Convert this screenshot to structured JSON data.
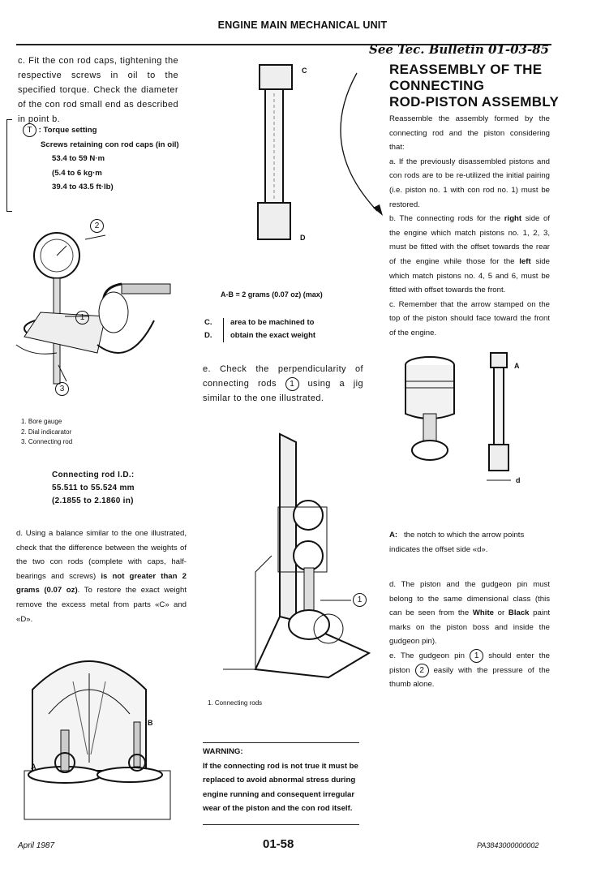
{
  "header": {
    "title": "ENGINE MAIN MECHANICAL UNIT"
  },
  "handwritten_note": "See Tec. Bulletin 01-03-85",
  "left": {
    "step_c": "c. Fit the con rod caps, tightening the respective screws in oil to the specified torque. Check the diameter of the con rod small end as described in point b.",
    "torque": {
      "icon_letter": "T",
      "label": ": Torque setting",
      "item": "Screws retaining con rod caps (in oil)",
      "values": [
        "53.4 to 59 N·m",
        "(5.4 to 6 kg·m",
        "39.4 to 43.5 ft·lb)"
      ]
    },
    "figure1": {
      "callouts": [
        "1",
        "2",
        "3"
      ]
    },
    "legend": [
      "1. Bore gauge",
      "2. Dial indicarator",
      "3. Connecting rod"
    ],
    "spec": [
      "Connecting rod I.D.:",
      "55.511 to 55.524 mm",
      "(2.1855 to 2.1860 in)"
    ],
    "step_d": {
      "text_before": "d. Using a balance similar to the one illustrated, check that the difference between the weights of the two con rods (complete with caps, half-bearings and screws) ",
      "bold1": "is not greater than 2 grams (0.07 oz)",
      "text_after": ". To restore the exact weight remove the excess metal from parts «C» and «D»."
    },
    "figure_balance": {
      "labels": [
        "A",
        "B"
      ]
    }
  },
  "middle": {
    "figure_rod": {
      "labels": [
        "C",
        "D"
      ]
    },
    "formula": "A-B = 2 grams (0.07 oz) (max)",
    "cd_letters": [
      "C.",
      "D."
    ],
    "cd_text": [
      "area to be machined to",
      "obtain the exact weight"
    ],
    "step_e": {
      "before": "e. Check the perpendicularity of connecting rods",
      "circle": "1",
      "after": "using a jig similar to the one illustrated."
    },
    "figure_jig": {
      "callout": "1"
    },
    "jig_caption": "1. Connecting rods",
    "warning": {
      "title": "WARNING:",
      "text": "If the connecting rod is not true it must be replaced to avoid abnormal stress during engine running and consequent irregular wear of the piston and the con rod itself."
    }
  },
  "right": {
    "title": [
      "REASSEMBLY OF THE",
      "CONNECTING",
      "ROD-PISTON ASSEMBLY"
    ],
    "intro": "Reassemble the assembly formed by the connecting rod and the piston considering that:",
    "a": "a. If the previously disassembled pistons and con rods are to be re-utilized the initial pairing (i.e. piston no. 1 with con rod no. 1) must be restored.",
    "b": {
      "p1": "b. The connecting rods for the ",
      "right": "right",
      "p2": " side of the engine which match pistons no. 1, 2, 3, must be fitted with the offset towards the rear of the engine while those for the ",
      "left": "left",
      "p3": " side which match pistons no. 4, 5 and 6, must be fitted with offset towards the front."
    },
    "c": "c. Remember that the arrow stamped on the top of the piston should face toward the front of the engine.",
    "figure_piston": {
      "labels": [
        "A",
        "d"
      ]
    },
    "note_a": {
      "label": "A:",
      "text": "the notch to which the arrow points indicates the offset side «d»."
    },
    "d": {
      "p1": "d. The piston and the gudgeon pin must belong to the same dimensional class (this can be seen from the ",
      "white": "White",
      "or": " or ",
      "black": "Black",
      "p2": " paint marks on the piston boss and inside the gudgeon pin)."
    },
    "e": {
      "p1": "e. The gudgeon pin",
      "c1": "1",
      "p2": "should enter the piston",
      "c2": "2",
      "p3": "easily with the pressure of the thumb alone."
    }
  },
  "footer": {
    "date": "April 1987",
    "page": "01-58",
    "code": "PA3843000000002"
  }
}
